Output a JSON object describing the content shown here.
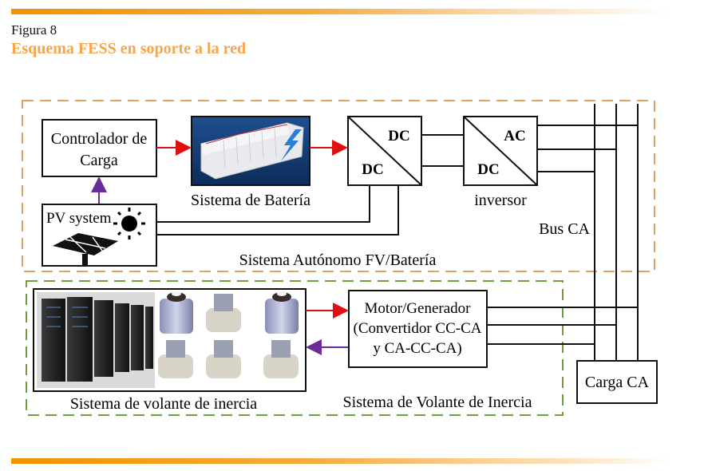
{
  "figure": {
    "label": "Figura 8",
    "title": "Esquema FESS en soporte a la red",
    "accent_color": "#f39200",
    "title_color": "#f7a54a"
  },
  "diagram": {
    "groups": {
      "pv_battery": {
        "label": "Sistema Autónomo FV/Batería",
        "border_color": "#e0a060"
      },
      "flywheel": {
        "label": "Sistema de Volante de Inercia",
        "border_color": "#6f9a3e"
      }
    },
    "blocks": {
      "controller": {
        "line1": "Controlador de",
        "line2": "Carga"
      },
      "battery": {
        "caption": "Sistema de Batería",
        "image": "battery-container-image"
      },
      "pv": {
        "label": "PV system",
        "icons": [
          "sun-icon",
          "solar-panel-icon"
        ]
      },
      "dcdc": {
        "top": "DC",
        "bottom": "DC"
      },
      "inverter": {
        "top": "AC",
        "bottom": "DC",
        "caption": "inversor"
      },
      "bus": {
        "label": "Bus CA"
      },
      "motor": {
        "line1": "Motor/Generador",
        "line2": "(Convertidor CC-CA",
        "line3": "y CA-CC-CA)"
      },
      "flywheel_system": {
        "caption": "Sistema de volante de inercia",
        "image": "flywheel-datacenter-image"
      },
      "load": {
        "label": "Carga CA"
      }
    },
    "colors": {
      "power_arrow": "#e01010",
      "control_arrow": "#6a2c9a",
      "line": "#111111"
    }
  }
}
